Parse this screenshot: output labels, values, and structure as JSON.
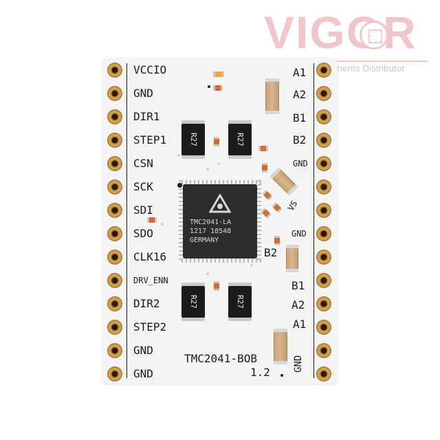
{
  "watermark": {
    "brand": "VIGOR",
    "tagline": "Electronic Components Distributor"
  },
  "board": {
    "name": "TMC2041-BOB",
    "version": "1.2",
    "left_pins": [
      "VCCIO",
      "GND",
      "DIR1",
      "STEP1",
      "CSN",
      "SCK",
      "SDI",
      "SDO",
      "CLK16",
      "DRV_ENN",
      "DIR2",
      "STEP2",
      "GND",
      "GND"
    ],
    "right_pins": [
      "A1",
      "A2",
      "B1",
      "B2",
      "GND",
      "",
      "",
      "GND",
      "B2",
      "B1",
      "A2",
      "A1",
      "GND",
      ""
    ],
    "vs_label": "VS",
    "chip": {
      "line1": "TMC2041-LA",
      "line2": "1217 18548",
      "line3": "GERMANY"
    },
    "resistor_marking": "R27"
  }
}
